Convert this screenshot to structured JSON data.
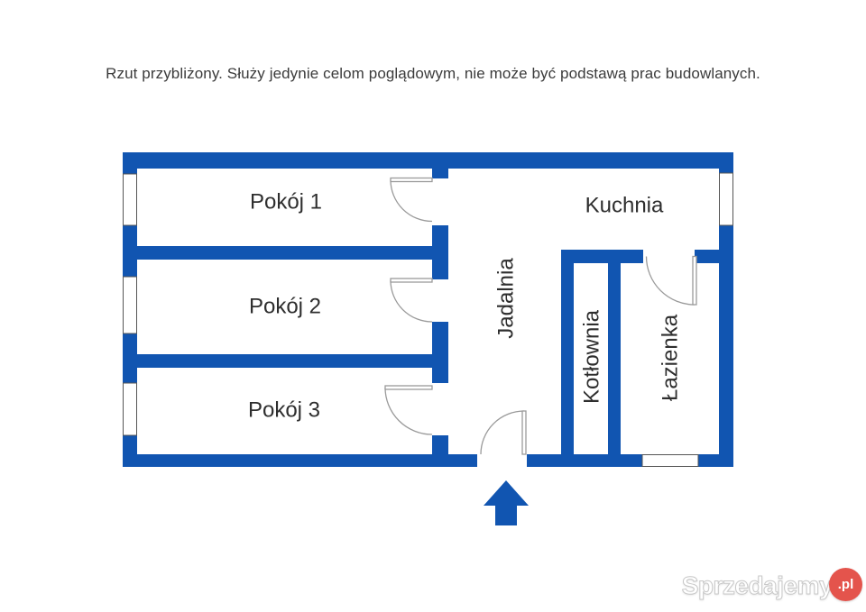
{
  "disclaimer": "Rzut przybliżony. Służy jedynie celom poglądowym, nie może być podstawą prac budowlanych.",
  "floorplan": {
    "type": "apartment-floor-plan",
    "rooms": [
      {
        "id": "pokoj1",
        "label": "Pokój 1"
      },
      {
        "id": "pokoj2",
        "label": "Pokój 2"
      },
      {
        "id": "pokoj3",
        "label": "Pokój 3"
      },
      {
        "id": "kuchnia",
        "label": "Kuchnia"
      },
      {
        "id": "jadalnia",
        "label": "Jadalnia"
      },
      {
        "id": "kotlownia",
        "label": "Kotłownia"
      },
      {
        "id": "lazienka",
        "label": "Łazienka"
      }
    ],
    "entrance_arrow_icon": "arrow-up",
    "window_count": 5,
    "door_count": 5
  },
  "watermark": {
    "brand": "Sprzedajemy",
    "tld": ".pl"
  },
  "theme": {
    "wall_color": "#1155b1",
    "text_color": "#2e2e2e",
    "disclaimer_color": "#3b3b3b",
    "line_gray": "#9a9a9a",
    "watermark_red": "#e4544c"
  }
}
